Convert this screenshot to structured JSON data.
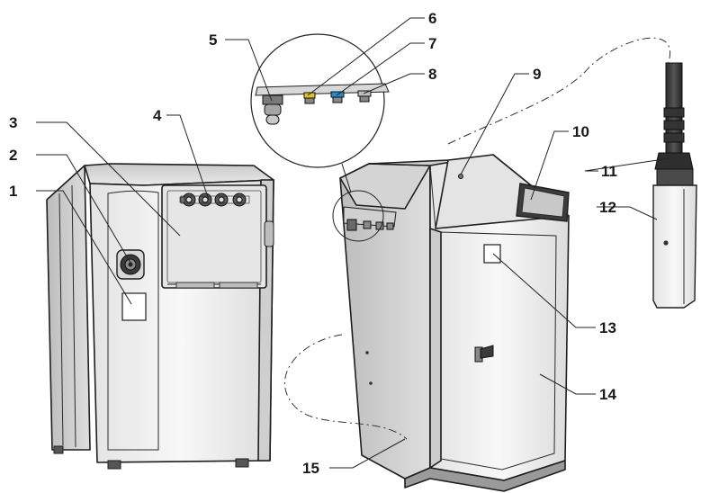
{
  "callouts": [
    {
      "id": "c1",
      "number": "1"
    },
    {
      "id": "c2",
      "number": "2"
    },
    {
      "id": "c3",
      "number": "3"
    },
    {
      "id": "c4",
      "number": "4"
    },
    {
      "id": "c5",
      "number": "5"
    },
    {
      "id": "c6",
      "number": "6"
    },
    {
      "id": "c7",
      "number": "7"
    },
    {
      "id": "c8",
      "number": "8"
    },
    {
      "id": "c9",
      "number": "9"
    },
    {
      "id": "c10",
      "number": "10"
    },
    {
      "id": "c11",
      "number": "11"
    },
    {
      "id": "c12",
      "number": "12"
    },
    {
      "id": "c13",
      "number": "13"
    },
    {
      "id": "c14",
      "number": "14"
    },
    {
      "id": "c15",
      "number": "15"
    }
  ],
  "colors": {
    "body_light": "#f2f2f2",
    "body_mid": "#d9d9d9",
    "body_dark": "#a6a6a6",
    "outline": "#1e1e1e",
    "display": "#c8c8c8",
    "connector_yellow": "#e8c21c",
    "connector_blue": "#1e90d0"
  }
}
